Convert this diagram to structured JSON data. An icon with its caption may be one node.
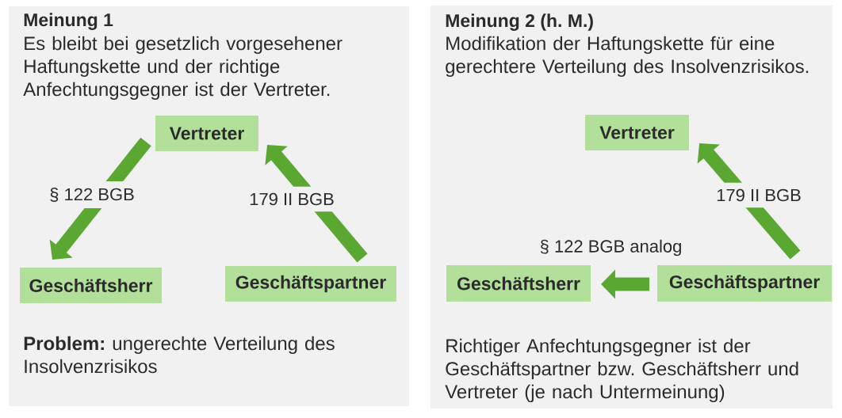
{
  "diagram": {
    "nodes": [
      {
        "text": [
          "Meinung 1",
          "Es bleibt bei gesetzlich vorgesehener Haftungskette und der richtige Anfechtungsgegner ist der Vertreter.",
          "**Problem:** ungerechte Verteilung des Insolvenzrisikos"
        ]
      },
      {
        "text": [
          "Vertreter"
        ],
        "in": 0
      },
      {
        "text": [
          "Geschäftsherr"
        ],
        "in": 0
      },
      {
        "text": [
          "Geschäftspartner"
        ],
        "in": 0
      },
      {
        "text": [
          "Meinung 2 (h. M.)",
          "Modifikation der Haftungskette für eine gerechtere Verteilung des Insolvenzrisikos.",
          "Richtiger Anfechtungsgegner ist der Geschäftspartner bzw. Geschäftsherr und Vertreter (je nach Untermeinung)"
        ]
      },
      {
        "text": [
          "Vertreter"
        ],
        "in": 4
      },
      {
        "text": [
          "Geschäftsherr"
        ],
        "in": 4
      },
      {
        "text": [
          "Geschäftspartner"
        ],
        "in": 4
      }
    ],
    "edges": [
      {
        "from": 1,
        "to": 2,
        "arrow": "to",
        "label": "§ 122 BGB"
      },
      {
        "from": 3,
        "to": 1,
        "arrow": "to",
        "label": "179 II BGB"
      },
      {
        "from": 7,
        "to": 5,
        "arrow": "to",
        "label": "179 II BGB"
      },
      {
        "from": 7,
        "to": 6,
        "arrow": "to",
        "label": "§ 122 BGB analog"
      }
    ]
  }
}
